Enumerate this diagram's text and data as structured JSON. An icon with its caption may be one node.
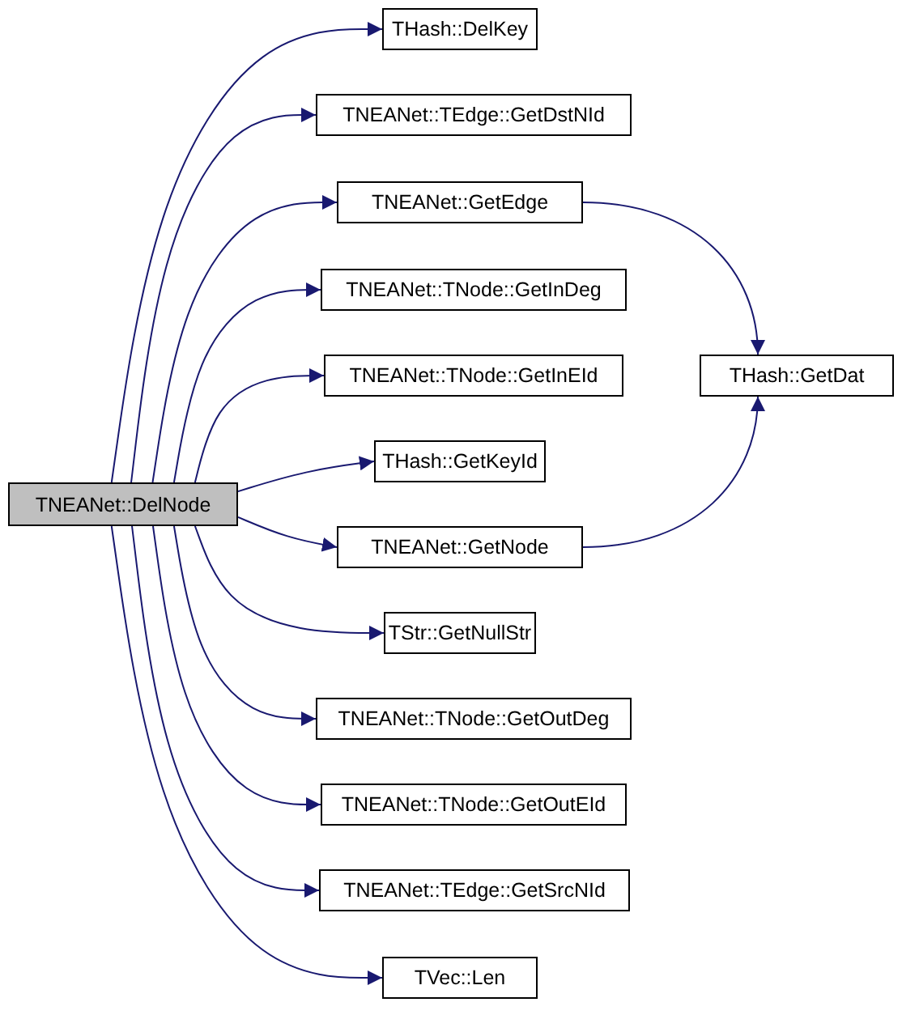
{
  "diagram": {
    "nodes": [
      {
        "text": [
          "TNEANet::DelNode"
        ]
      },
      {
        "text": [
          "THash::DelKey"
        ]
      },
      {
        "text": [
          "TNEANet::TEdge::GetDstNId"
        ]
      },
      {
        "text": [
          "TNEANet::GetEdge"
        ]
      },
      {
        "text": [
          "TNEANet::TNode::GetInDeg"
        ]
      },
      {
        "text": [
          "TNEANet::TNode::GetInEId"
        ]
      },
      {
        "text": [
          "THash::GetKeyId"
        ]
      },
      {
        "text": [
          "TNEANet::GetNode"
        ]
      },
      {
        "text": [
          "TStr::GetNullStr"
        ]
      },
      {
        "text": [
          "TNEANet::TNode::GetOutDeg"
        ]
      },
      {
        "text": [
          "TNEANet::TNode::GetOutEId"
        ]
      },
      {
        "text": [
          "TNEANet::TEdge::GetSrcNId"
        ]
      },
      {
        "text": [
          "TVec::Len"
        ]
      },
      {
        "text": [
          "THash::GetDat"
        ]
      }
    ],
    "edges": [
      {
        "from": 0,
        "to": 1,
        "arrow": "to"
      },
      {
        "from": 0,
        "to": 2,
        "arrow": "to"
      },
      {
        "from": 0,
        "to": 3,
        "arrow": "to"
      },
      {
        "from": 0,
        "to": 4,
        "arrow": "to"
      },
      {
        "from": 0,
        "to": 5,
        "arrow": "to"
      },
      {
        "from": 0,
        "to": 6,
        "arrow": "to"
      },
      {
        "from": 0,
        "to": 7,
        "arrow": "to"
      },
      {
        "from": 0,
        "to": 8,
        "arrow": "to"
      },
      {
        "from": 0,
        "to": 9,
        "arrow": "to"
      },
      {
        "from": 0,
        "to": 10,
        "arrow": "to"
      },
      {
        "from": 0,
        "to": 11,
        "arrow": "to"
      },
      {
        "from": 0,
        "to": 12,
        "arrow": "to"
      },
      {
        "from": 3,
        "to": 13,
        "arrow": "to"
      },
      {
        "from": 7,
        "to": 13,
        "arrow": "to"
      }
    ]
  }
}
